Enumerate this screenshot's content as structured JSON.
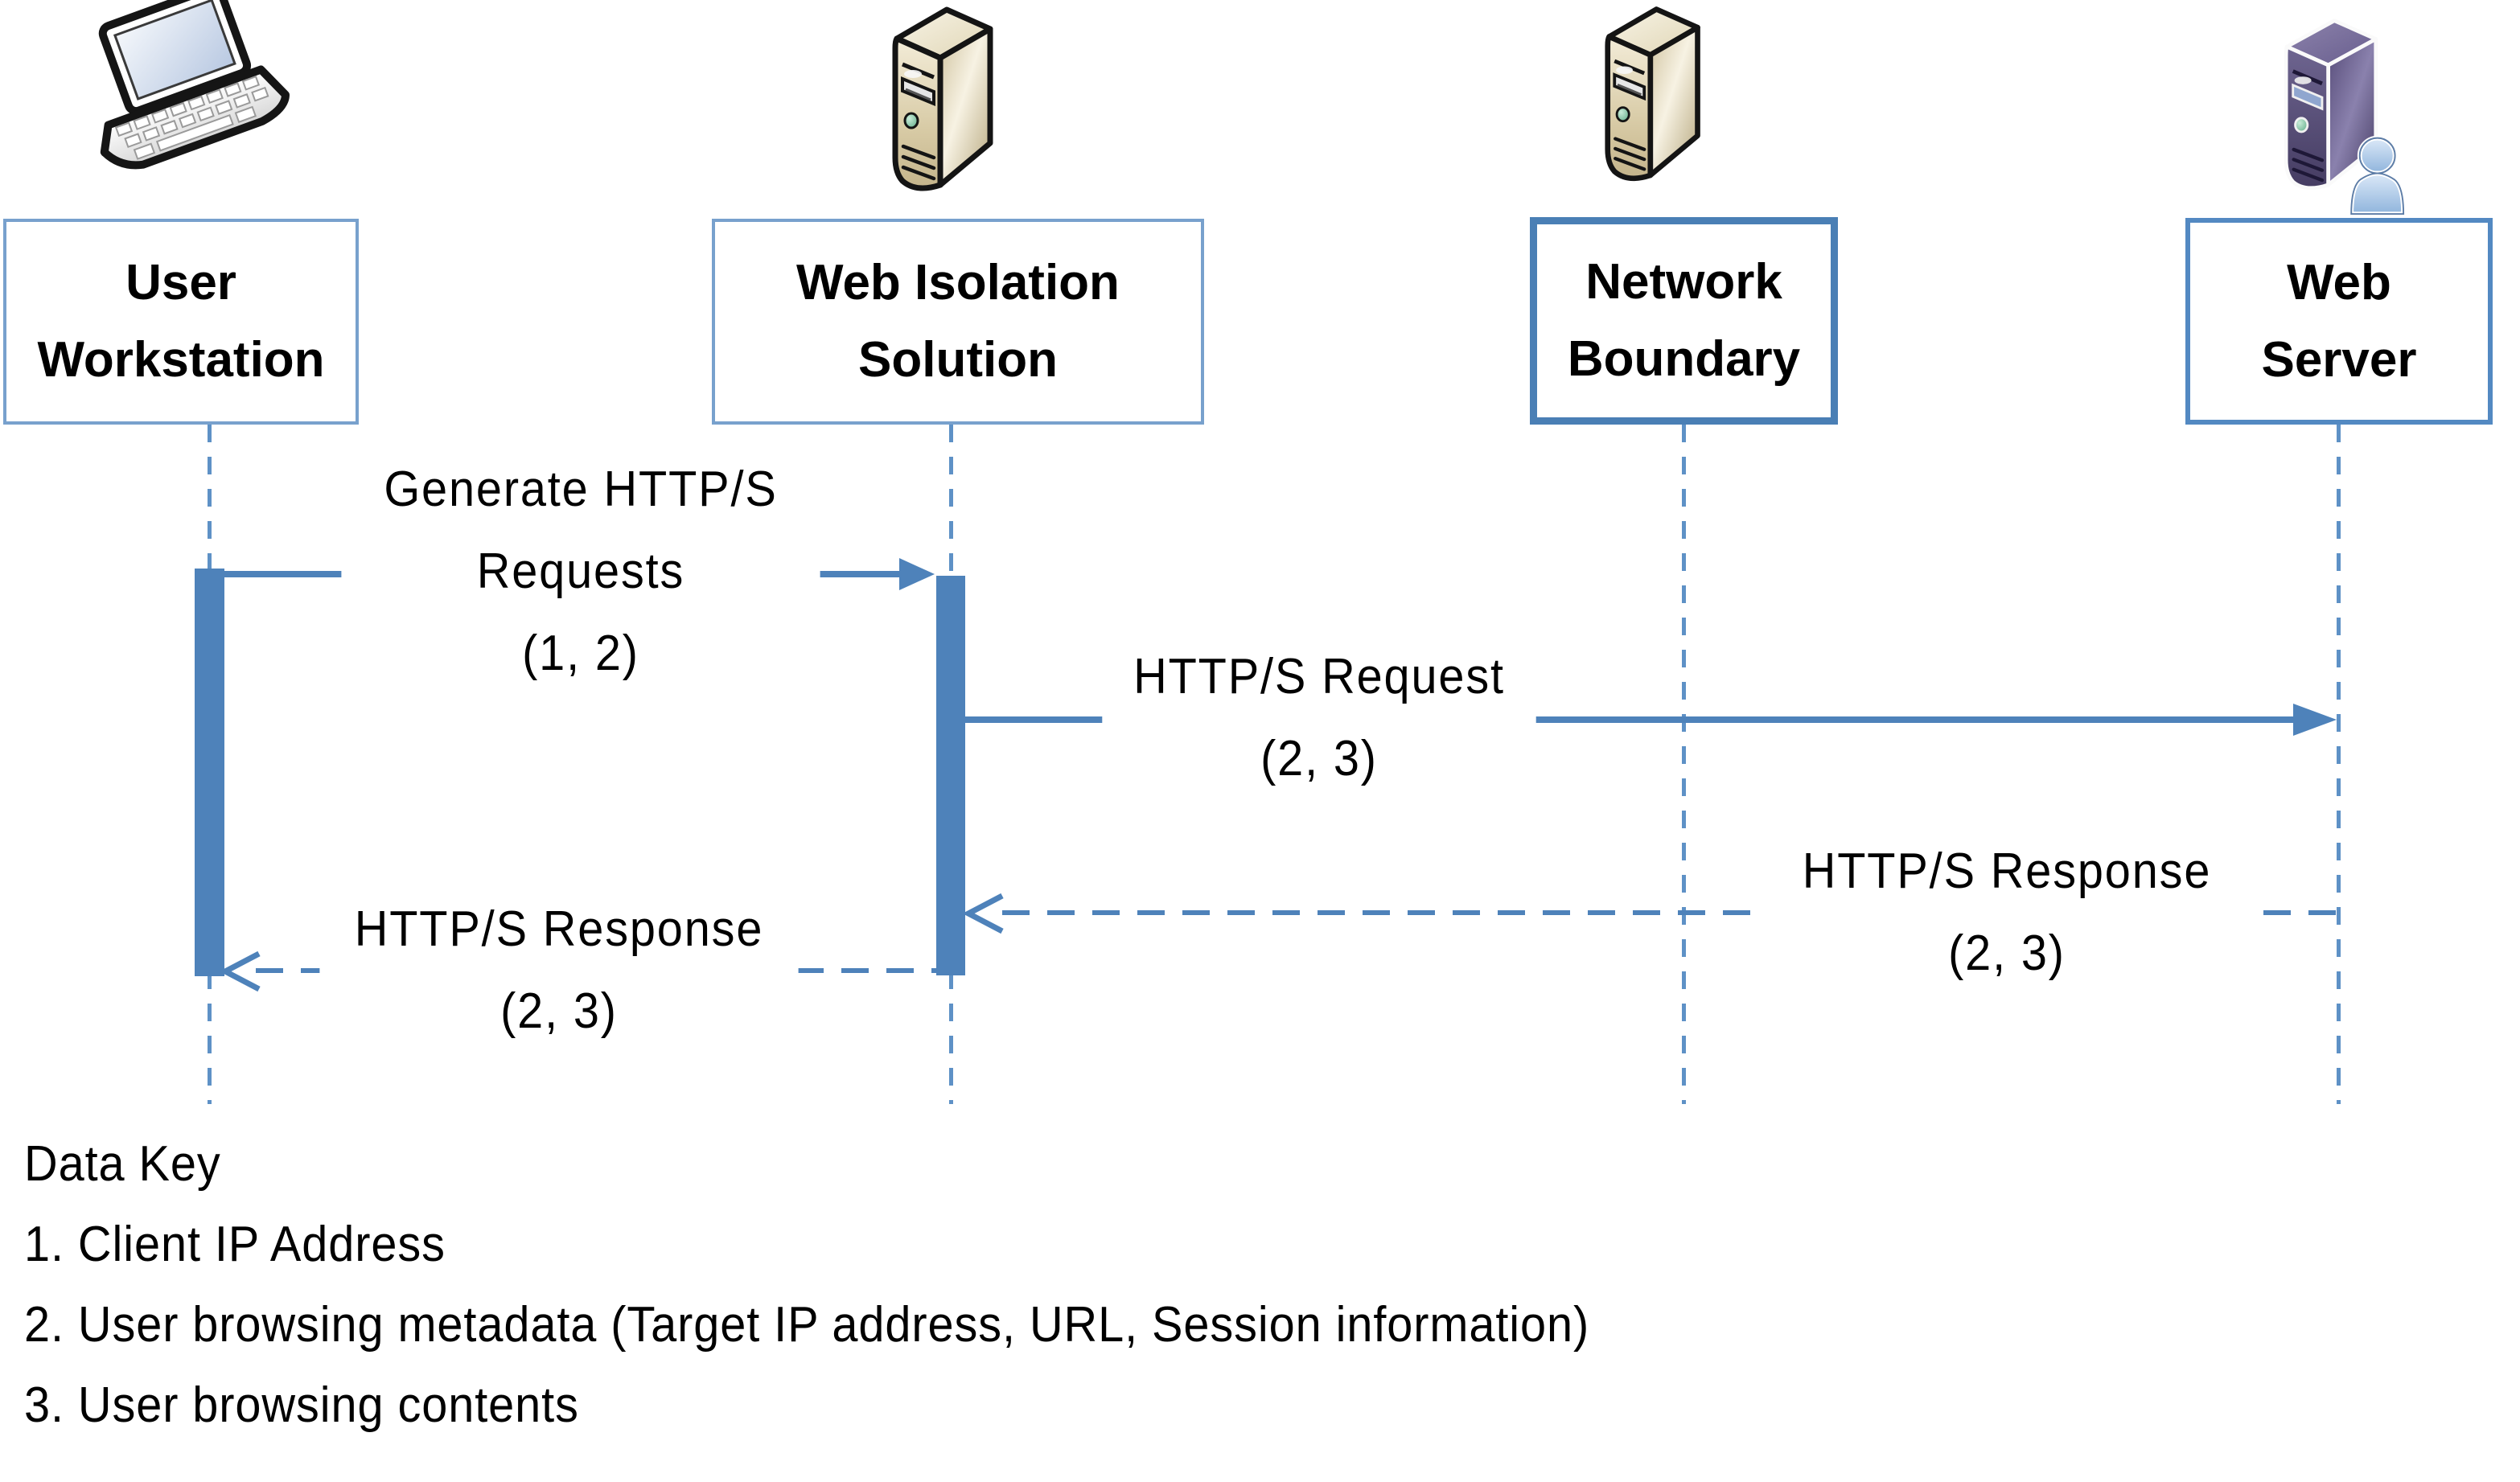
{
  "colors": {
    "accent": "#4e82ba",
    "lifeline": "#5e91c6",
    "border_light": "#78a1cd",
    "border_medium": "#5389c2",
    "border_heavy": "#4a7fb5",
    "text": "#000000"
  },
  "actors": [
    {
      "label": "User Workstation",
      "lines": [
        "User",
        "Workstation"
      ],
      "icon": "laptop-icon"
    },
    {
      "label": "Web Isolation Solution",
      "lines": [
        "Web Isolation",
        "Solution"
      ],
      "icon": "server-icon"
    },
    {
      "label": "Network Boundary",
      "lines": [
        "Network",
        "Boundary"
      ],
      "icon": "server-icon"
    },
    {
      "label": "Web Server",
      "lines": [
        "Web",
        "Server"
      ],
      "icon": "server-user-icon"
    }
  ],
  "messages": [
    {
      "from": "User Workstation",
      "to": "Web Isolation Solution",
      "style": "solid",
      "lines": [
        "Generate HTTP/S",
        "Requests",
        "(1, 2)"
      ]
    },
    {
      "from": "Web Isolation Solution",
      "to": "Web Server",
      "style": "solid",
      "lines": [
        "HTTP/S Request",
        "(2, 3)"
      ]
    },
    {
      "from": "Web Server",
      "to": "Web Isolation Solution",
      "style": "dashed",
      "lines": [
        "HTTP/S Response",
        "(2, 3)"
      ]
    },
    {
      "from": "Web Isolation Solution",
      "to": "User Workstation",
      "style": "dashed",
      "lines": [
        "HTTP/S Response",
        "(2, 3)"
      ]
    }
  ],
  "data_key": {
    "title": "Data Key",
    "items": [
      "1. Client IP Address",
      "2. User browsing metadata (Target IP address, URL, Session information)",
      "3. User browsing contents"
    ]
  }
}
